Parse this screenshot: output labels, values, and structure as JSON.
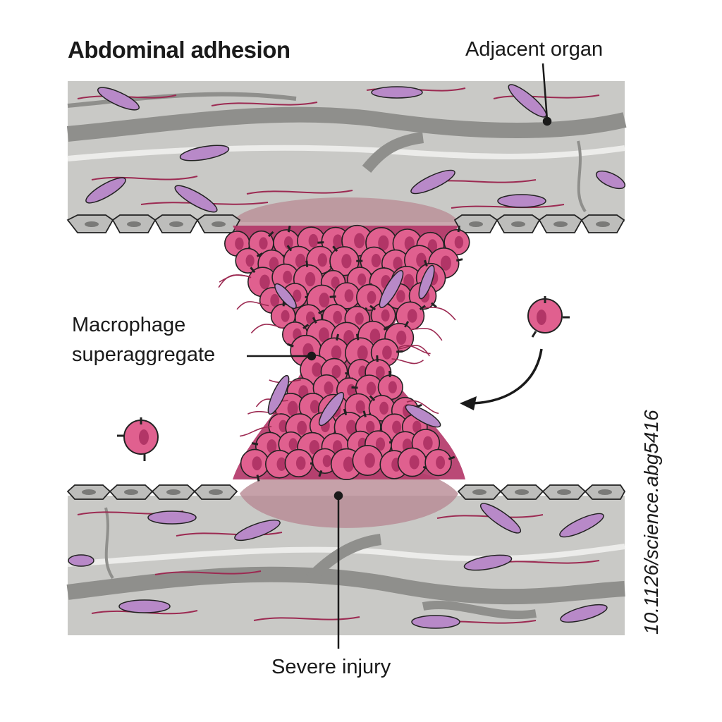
{
  "figure": {
    "title": "Abdominal adhesion",
    "labels": {
      "adjacent_organ": "Adjacent organ",
      "macrophage_line1": "Macrophage",
      "macrophage_line2": "superaggregate",
      "severe_injury": "Severe injury"
    },
    "doi": "10.1126/science.abg5416"
  },
  "colors": {
    "tissue": "#c9c9c6",
    "tissue_fiber_dark": "#8f8f8c",
    "tissue_fiber_light": "#ececea",
    "collagen": "#9c2a52",
    "fibroblast": "#b889c8",
    "fibroblast_nucleus": "#d96aa0",
    "macrophage": "#e0608f",
    "macrophage_dark": "#b23567",
    "injury": "#b88a93",
    "mesothelium": "#bdbdbb",
    "outline": "#222222"
  }
}
